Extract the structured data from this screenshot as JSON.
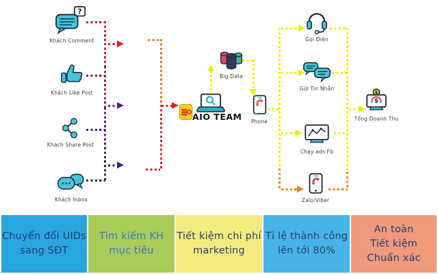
{
  "flow": {
    "left_nodes": [
      {
        "label": "Khách Comment",
        "icon": "comment-icon"
      },
      {
        "label": "Khách Like Post",
        "icon": "like-icon"
      },
      {
        "label": "Khách Share Post",
        "icon": "share-icon"
      },
      {
        "label": "Khách Inbox",
        "icon": "inbox-icon"
      }
    ],
    "comment_question_mark": "?",
    "center": {
      "big_data_label": "Big Data",
      "team_label": "AIO TEAM",
      "phone_label": "Phone"
    },
    "right_nodes": [
      {
        "label": "Gọi Điện",
        "icon": "headset-icon"
      },
      {
        "label": "Gửi Tin Nhắn",
        "icon": "chat-bubbles-icon"
      },
      {
        "label": "Chạy ads Fb",
        "icon": "ads-chart-icon"
      },
      {
        "label": "Zalo/Viber",
        "icon": "smartphone-call-icon"
      }
    ],
    "revenue": {
      "label": "Tổng Doanh Thu",
      "icon": "revenue-monitor-icon",
      "currency_symbol": "$"
    }
  },
  "benefits": [
    {
      "lines": [
        "Chuyển đổi UIDs",
        "sang SĐT"
      ],
      "bg": "#2aa6df",
      "fg": "#1d3f76"
    },
    {
      "lines": [
        "Tìm kiếm KH",
        "mục tiêu"
      ],
      "bg": "#a9cb57",
      "fg": "#3a76c4"
    },
    {
      "lines": [
        "Tiết kiệm chi phí",
        "marketing"
      ],
      "bg": "#f4eb7f",
      "fg": "#24406e"
    },
    {
      "lines": [
        "Tỉ lệ thành công",
        "lên tới 80%"
      ],
      "bg": "#48b3e6",
      "fg": "#24406e"
    },
    {
      "lines": [
        "An toàn",
        "Tiết kiệm",
        "Chuẩn xác"
      ],
      "bg": "#ef9a7b",
      "fg": "#24406e"
    }
  ],
  "palette": {
    "teal_icon": "#49c5d8",
    "dark_outline": "#1d2b3a",
    "red_line": "#da232b",
    "orange_line": "#ee8418",
    "purple_line": "#5f2382",
    "navy_line": "#28246f",
    "yellow_line": "#f0ee00"
  }
}
